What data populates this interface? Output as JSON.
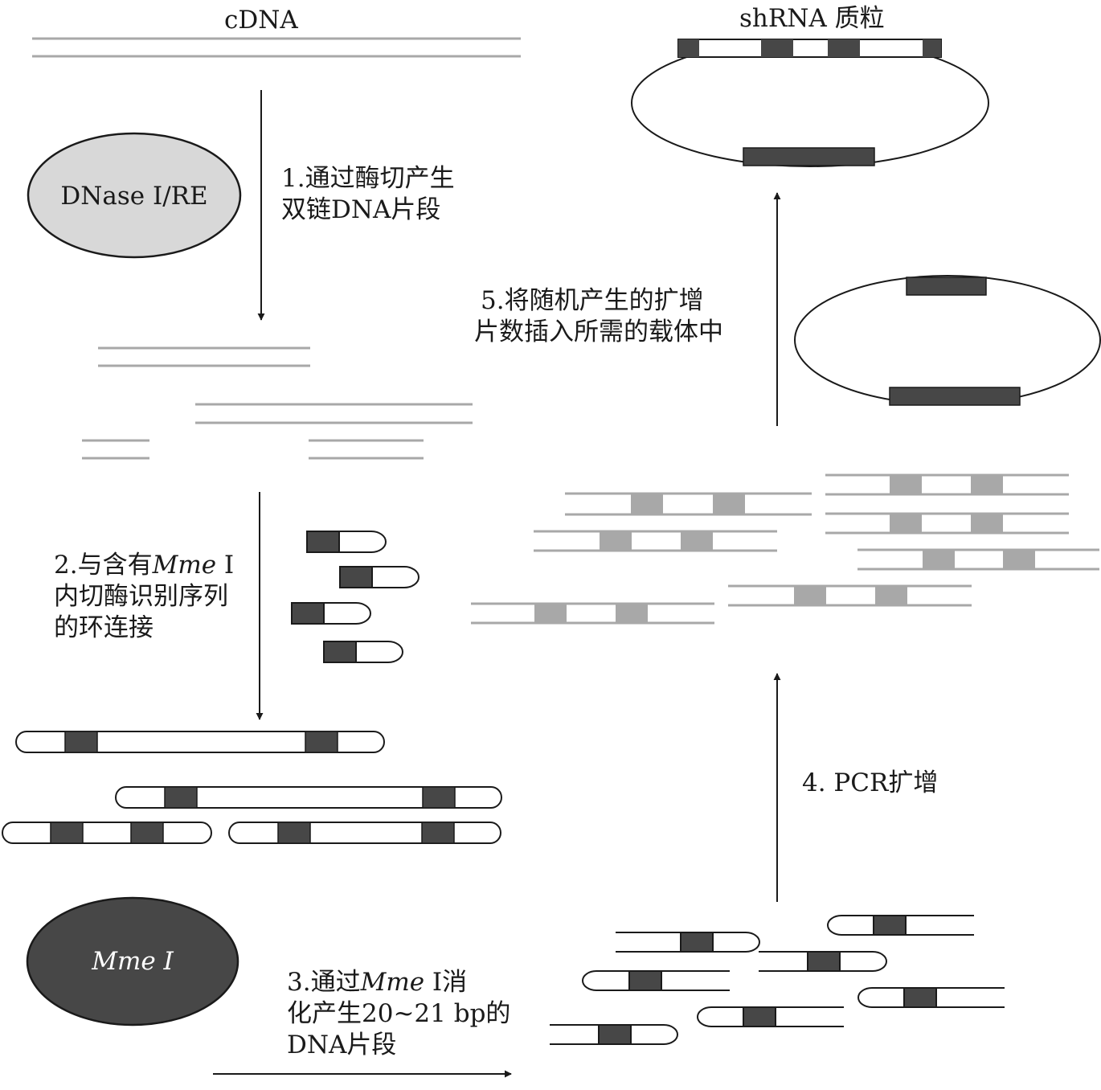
{
  "title_cdna": "cDNA",
  "title_plasmid": "shRNA 质粒",
  "enzyme1": "DNase Ⅰ/RE",
  "enzyme2": "Mme Ⅰ",
  "step1": {
    "line1": "1.通过酶切产生",
    "line2": "双链DNA片段"
  },
  "step2": {
    "prefix": "2.与含有",
    "enzyme": "Mme",
    "suffix": " Ⅰ",
    "line2": "内切酶识别序列",
    "line3": "的环连接"
  },
  "step3": {
    "prefix": "3.通过",
    "enzyme": "Mme",
    "suffix": " Ⅰ消",
    "line2": "化产生20~21 bp的",
    "line3": "DNA片段"
  },
  "step4": {
    "label": "4. PCR扩增"
  },
  "step5": {
    "line1": "5.将随机产生的扩增",
    "line2": "片数插入所需的载体中"
  },
  "colors": {
    "strand_gray": "#a8a8a8",
    "block_dark": "#474747",
    "block_gray": "#a8a8a8",
    "ellipse_light": "#d8d8d8",
    "ellipse_dark": "#474747",
    "ink": "#1a1a1a"
  },
  "icons": {
    "arrow": "arrow-head-icon"
  }
}
